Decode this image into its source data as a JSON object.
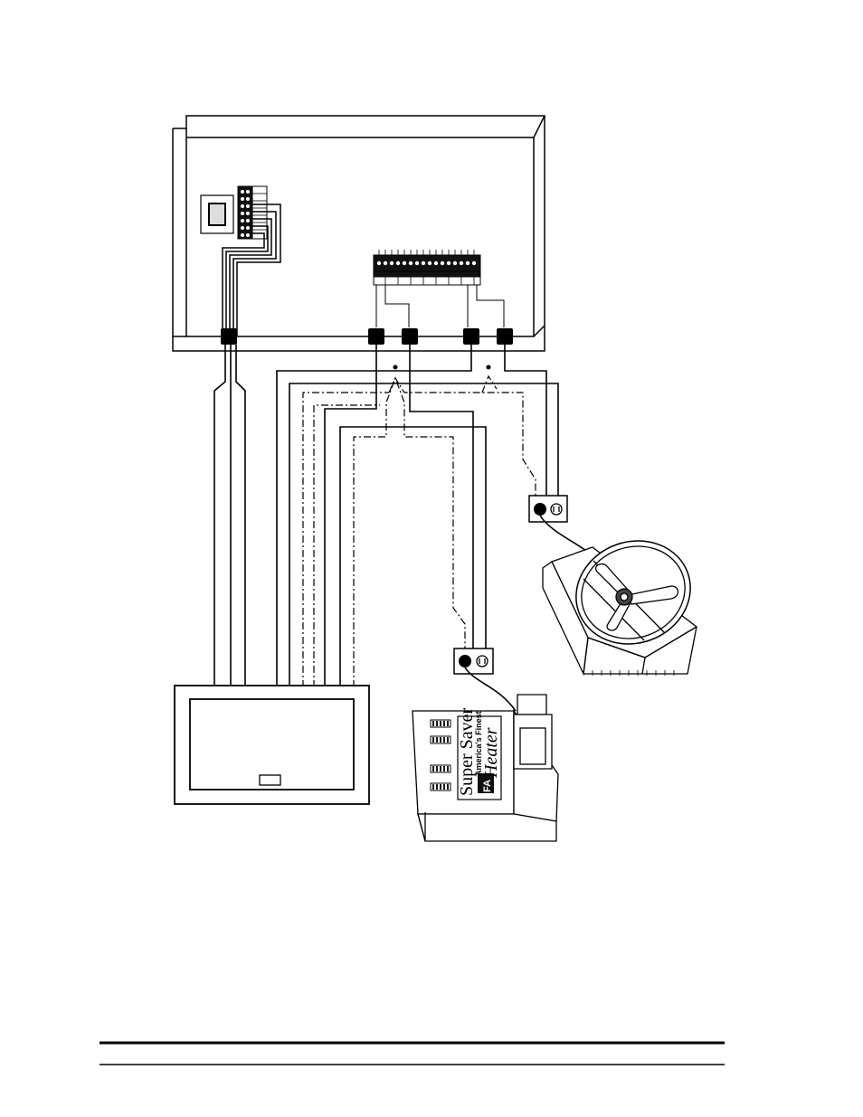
{
  "heater_label": {
    "line1": "Super Saver",
    "line2": "America's Finest",
    "line3": "Heater",
    "logo": "FA"
  },
  "icons": {
    "control_panel": "electrical-enclosure",
    "thermostat": "thermostat-icon",
    "outlet": "duplex-outlet-icon",
    "fan": "exhaust-fan-icon",
    "heater": "space-heater-icon"
  },
  "colors": {
    "line": "#000000",
    "background": "#ffffff",
    "panel_fill": "#f4f4f4"
  }
}
